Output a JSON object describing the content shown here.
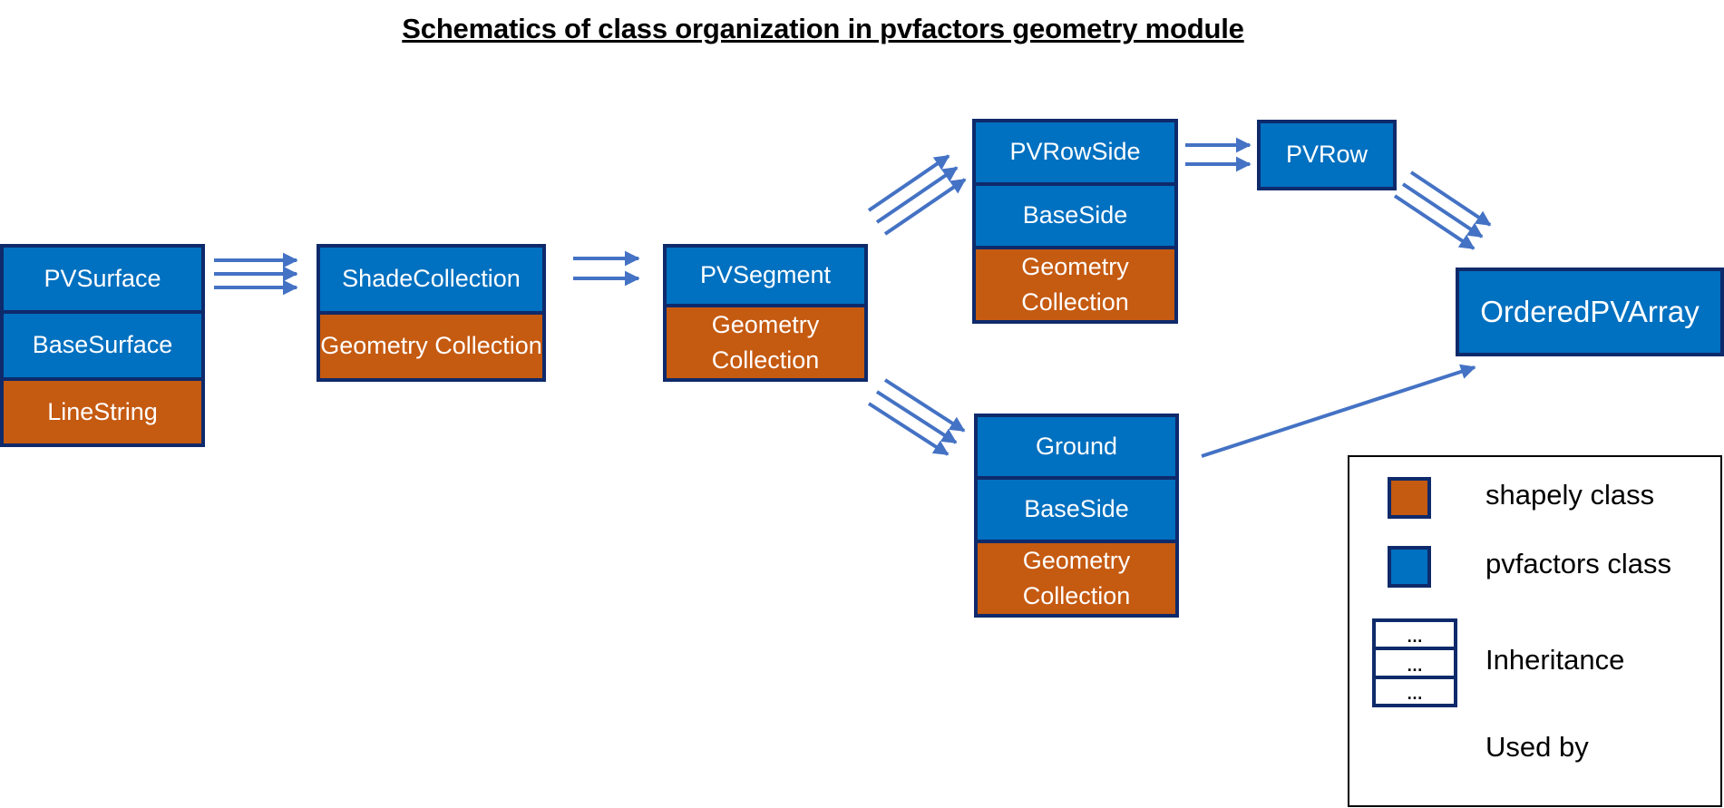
{
  "title": "Schematics of class organization in pvfactors geometry module",
  "colors": {
    "pvfactors": "#0070c0",
    "shapely": "#c55a11",
    "border": "#0e2a6b",
    "arrow": "#4472c4"
  },
  "nodes": {
    "pvsurface": {
      "cells": [
        "PVSurface",
        "BaseSurface",
        "LineString"
      ]
    },
    "shadecollection": {
      "cells": [
        "ShadeCollection",
        "Geometry Collection"
      ]
    },
    "pvsegment": {
      "cells": [
        "PVSegment",
        "Geometry Collection"
      ]
    },
    "pvrowside": {
      "cells": [
        "PVRowSide",
        "BaseSide",
        "Geometry Collection"
      ]
    },
    "ground": {
      "cells": [
        "Ground",
        "BaseSide",
        "Geometry Collection"
      ]
    },
    "pvrow": {
      "cells": [
        "PVRow"
      ]
    },
    "orderedpvarray": {
      "cells": [
        "OrderedPVArray"
      ]
    }
  },
  "legend": {
    "shapely_label": "shapely class",
    "pvfactors_label": "pvfactors class",
    "inheritance_label": "Inheritance",
    "inheritance_cells": [
      "…",
      "…",
      "…"
    ],
    "used_by_label": "Used by"
  }
}
